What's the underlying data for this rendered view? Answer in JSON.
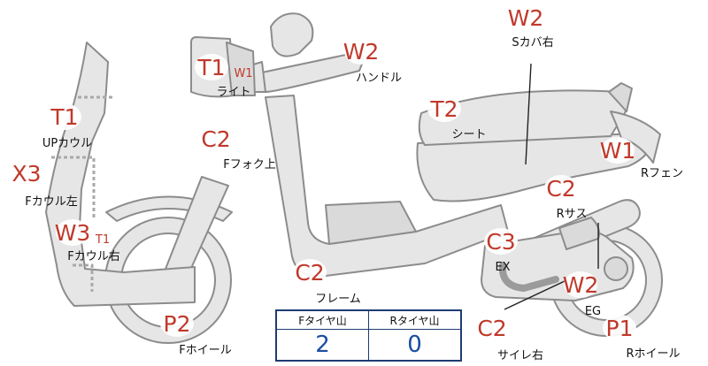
{
  "colors": {
    "code": "#c0392b",
    "label": "#111111",
    "table_border": "#1f3b73",
    "table_value": "#1a4ea0",
    "part_fill": "#e6e6e6",
    "part_stroke": "#8c8c8c"
  },
  "markers": [
    {
      "id": "up-cowl",
      "code": "T1",
      "label": "UPカウル"
    },
    {
      "id": "f-cowl-left",
      "code": "X3",
      "label": "Fカウル左"
    },
    {
      "id": "f-cowl-right",
      "code": "W3",
      "sub": "T1",
      "label": "Fカウル右"
    },
    {
      "id": "light",
      "code": "T1",
      "sub": "W1",
      "label": "ライト"
    },
    {
      "id": "f-fork-top",
      "code": "C2",
      "label": "Fフォク上"
    },
    {
      "id": "handle",
      "code": "W2",
      "label": "ハンドル"
    },
    {
      "id": "s-cover-right",
      "code": "W2",
      "label": "Sカバ右"
    },
    {
      "id": "seat",
      "code": "T2",
      "label": "シート"
    },
    {
      "id": "r-fender",
      "code": "W1",
      "label": "Rフェン"
    },
    {
      "id": "r-suspension",
      "code": "C2",
      "label": "Rサス"
    },
    {
      "id": "exhaust",
      "code": "C3",
      "label": "EX"
    },
    {
      "id": "frame",
      "code": "C2",
      "label": "フレーム"
    },
    {
      "id": "engine",
      "code": "W2",
      "label": "EG"
    },
    {
      "id": "f-wheel",
      "code": "P2",
      "label": "Fホイール"
    },
    {
      "id": "r-wheel",
      "code": "P1",
      "label": "Rホイール"
    },
    {
      "id": "silencer-right",
      "code": "C2",
      "label": "サイレ右"
    }
  ],
  "tire_table": {
    "headers": [
      "Fタイヤ山",
      "Rタイヤ山"
    ],
    "values": [
      "2",
      "0"
    ]
  }
}
